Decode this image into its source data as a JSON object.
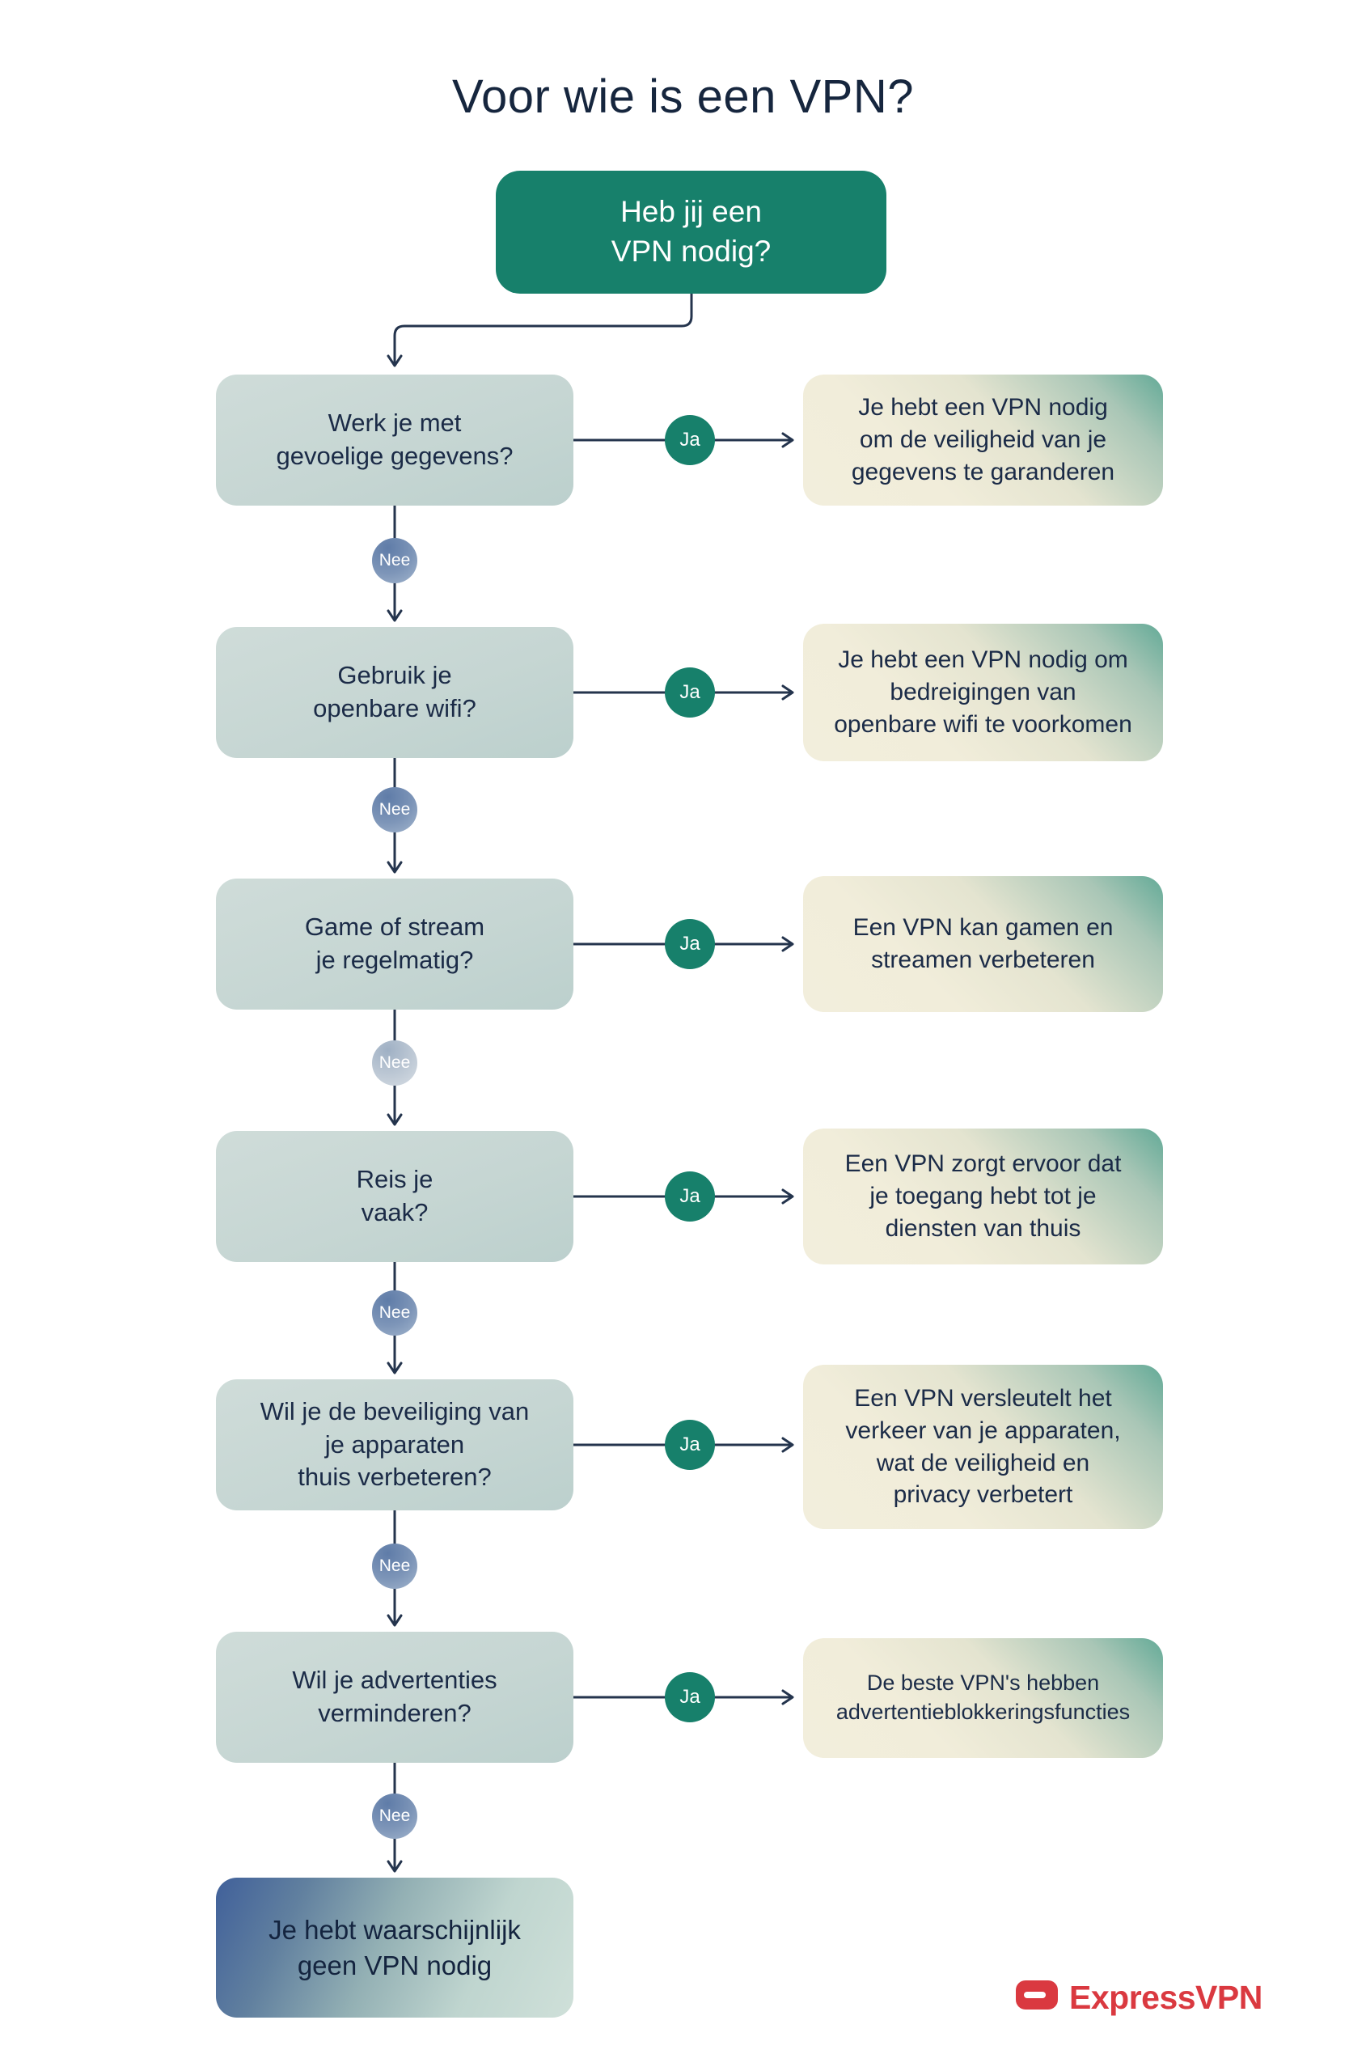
{
  "title": "Voor wie is een VPN?",
  "start_node": {
    "label": "Heb jij een\nVPN nodig?"
  },
  "flow": {
    "rows": [
      {
        "question": "Werk je met\ngevoelige gegevens?",
        "yes_label": "Ja",
        "no_label": "Nee",
        "answer": "Je hebt een VPN nodig\nom de veiligheid van je\ngegevens te garanderen"
      },
      {
        "question": "Gebruik je\nopenbare wifi?",
        "yes_label": "Ja",
        "no_label": "Nee",
        "answer": "Je hebt een VPN nodig om\nbedreigingen van\nopenbare wifi te voorkomen"
      },
      {
        "question": "Game of stream\nje regelmatig?",
        "yes_label": "Ja",
        "no_label": "Nee",
        "answer": "Een VPN kan gamen en\nstreamen verbeteren"
      },
      {
        "question": "Reis je\nvaak?",
        "yes_label": "Ja",
        "no_label": "Nee",
        "answer": "Een VPN zorgt ervoor dat\nje toegang hebt tot je\ndiensten van thuis"
      },
      {
        "question": "Wil je de beveiliging van\nje apparaten\nthuis verbeteren?",
        "yes_label": "Ja",
        "no_label": "Nee",
        "answer": "Een VPN versleutelt het\nverkeer van je apparaten,\nwat de veiligheid en\nprivacy verbetert"
      },
      {
        "question": "Wil je advertenties\nverminderen?",
        "yes_label": "Ja",
        "no_label": "Nee",
        "answer": "De beste VPN's hebben\nadvertentieblokkeringsfuncties"
      }
    ],
    "end_node": {
      "label": "Je hebt waarschijnlijk\ngeen VPN nodig"
    }
  },
  "brand": {
    "wordmark": "ExpressVPN"
  },
  "colors": {
    "accent_green": "#17806B",
    "navy_text": "#1B2B47",
    "arrow": "#24344D",
    "question_box": "#C8D7D4",
    "answer_cream": "#F2EEDC",
    "answer_teal": "#63AA97",
    "nee_blue": "#5F7CA8",
    "end_blue": "#40609A",
    "brand_red": "#DA3940",
    "background": "#FFFFFF"
  }
}
